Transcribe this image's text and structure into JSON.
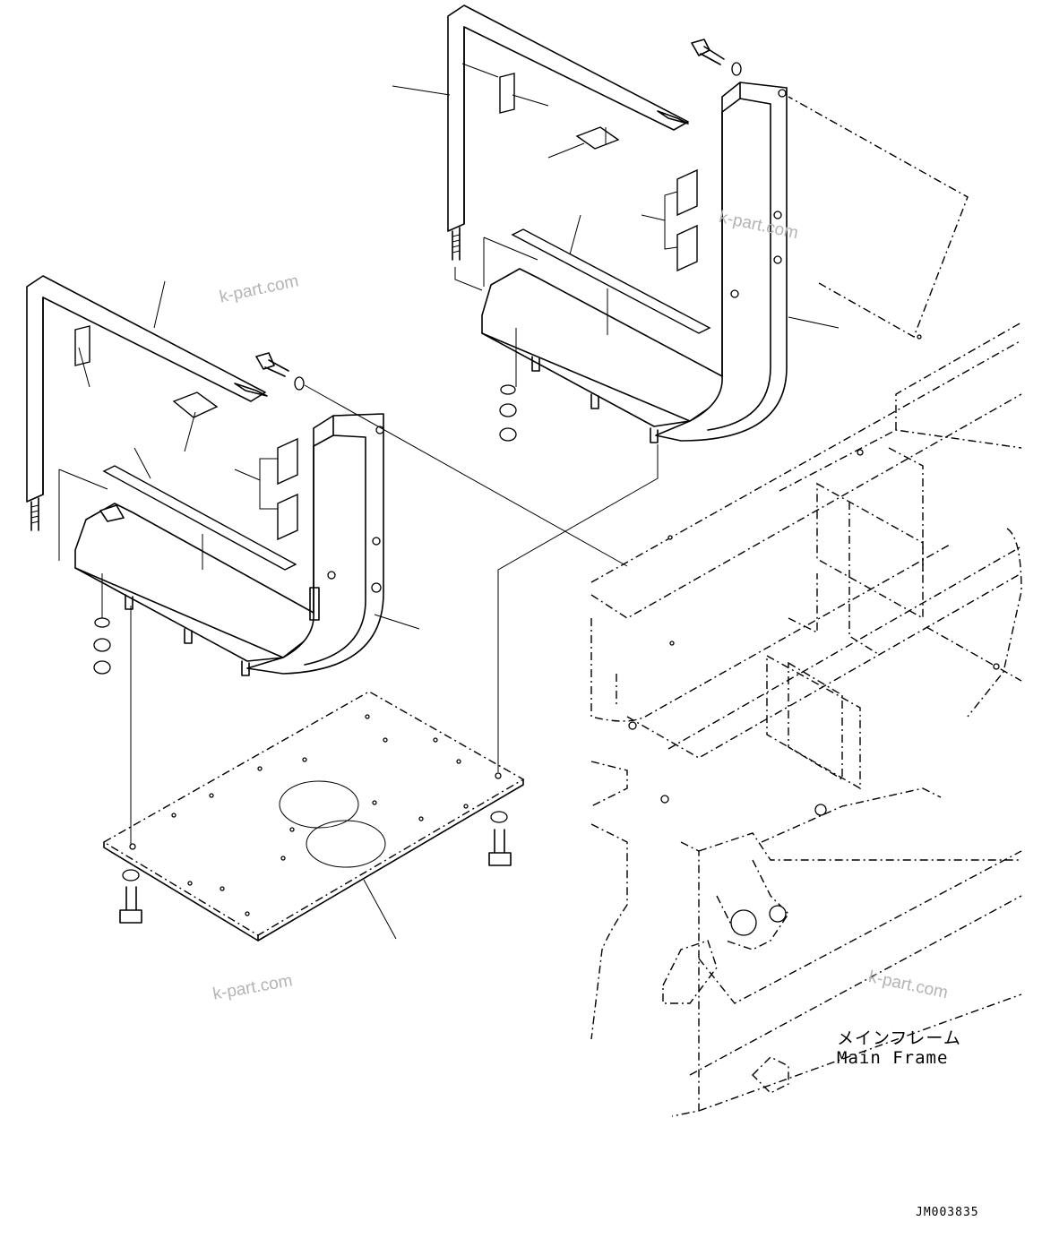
{
  "labels": {
    "main_frame_ja": "メインフレーム",
    "main_frame_en": "Main Frame",
    "drawing_number": "JM003835"
  },
  "watermarks": [
    "k-part.com",
    "k-part.com",
    "k-part.com",
    "k-part.com"
  ],
  "colors": {
    "line": "#000000",
    "background": "#ffffff",
    "watermark": "#b4b4b4"
  }
}
